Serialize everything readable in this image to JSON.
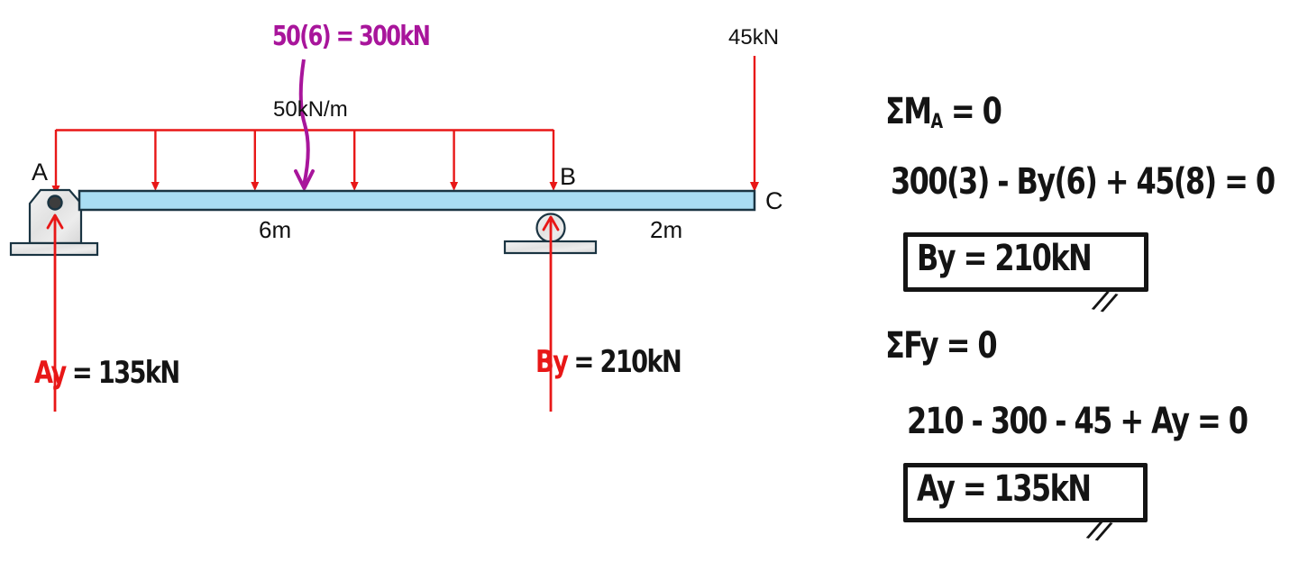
{
  "diagram": {
    "support_a_label": "A",
    "support_b_label": "B",
    "end_c_label": "C",
    "span_ab": "6m",
    "span_bc": "2m",
    "distributed_load": "50kN/m",
    "point_load": "45kN",
    "resultant_note": "50(6) = 300kN",
    "reaction_a": {
      "symbol": "Ay",
      "value": "= 135kN"
    },
    "reaction_b": {
      "symbol": "By",
      "value": "= 210kN"
    }
  },
  "solution": {
    "moment_header": {
      "pre": "ΣM",
      "sub": "A",
      "post": " = 0"
    },
    "moment_equation": "300(3) - By(6) + 45(8) = 0",
    "moment_result": "By = 210kN",
    "force_header": "ΣFy = 0",
    "force_equation": "210 - 300 - 45 + Ay = 0",
    "force_result": "Ay = 135kN",
    "done_tick": "//"
  },
  "colors": {
    "load_red": "#e81717",
    "magenta": "#a8159b",
    "beam_fill": "#a9ddf3",
    "beam_stroke": "#1a3442",
    "support_fill": "#e9e9e9",
    "support_stroke": "#1a3442",
    "ink": "#141414"
  }
}
